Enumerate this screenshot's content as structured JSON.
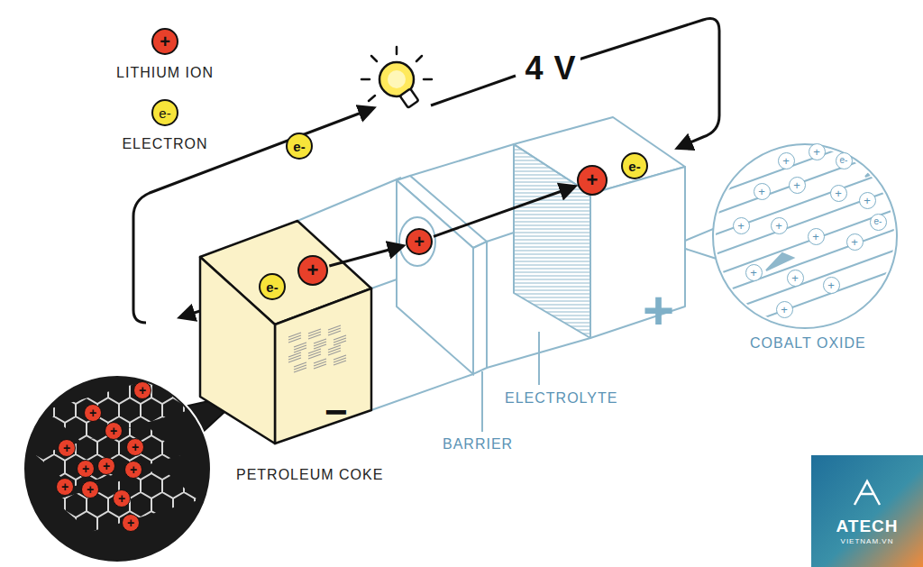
{
  "diagram": {
    "nodes": [
      {
        "text": [
          "−"
        ]
      },
      {
        "text": [
          "+"
        ]
      },
      {
        "text": [
          "+"
        ]
      },
      {
        "text": [
          "e-"
        ]
      },
      {
        "text": [
          "+"
        ]
      },
      {
        "text": [
          "+"
        ]
      },
      {
        "text": [
          "e-"
        ]
      },
      {
        "text": [
          "e-"
        ]
      }
    ],
    "edges": [
      {
        "from": 2,
        "to": 4,
        "arrow": "to"
      },
      {
        "from": 4,
        "to": 5,
        "arrow": "to"
      }
    ],
    "labels": [
      "+",
      "e-",
      "4 V",
      "ELECTROLYTE",
      "BARRIER",
      "PETROLEUM COKE",
      "COBALT OXIDE",
      "ATECH",
      "VIETNAM.VN",
      "+",
      "+",
      "+",
      "+",
      "+",
      "+",
      "+",
      "+",
      "+",
      "+",
      "+",
      "+",
      "+",
      "+",
      "+",
      "+",
      "+",
      "+",
      "+",
      "+",
      "+",
      "+",
      "+",
      "+",
      "+",
      "+",
      "e-",
      "e-"
    ],
    "legend": [
      {
        "text": "LITHIUM ION",
        "color": "#e8402a"
      },
      {
        "text": "ELECTRON",
        "color": "#f7e43a"
      }
    ]
  }
}
